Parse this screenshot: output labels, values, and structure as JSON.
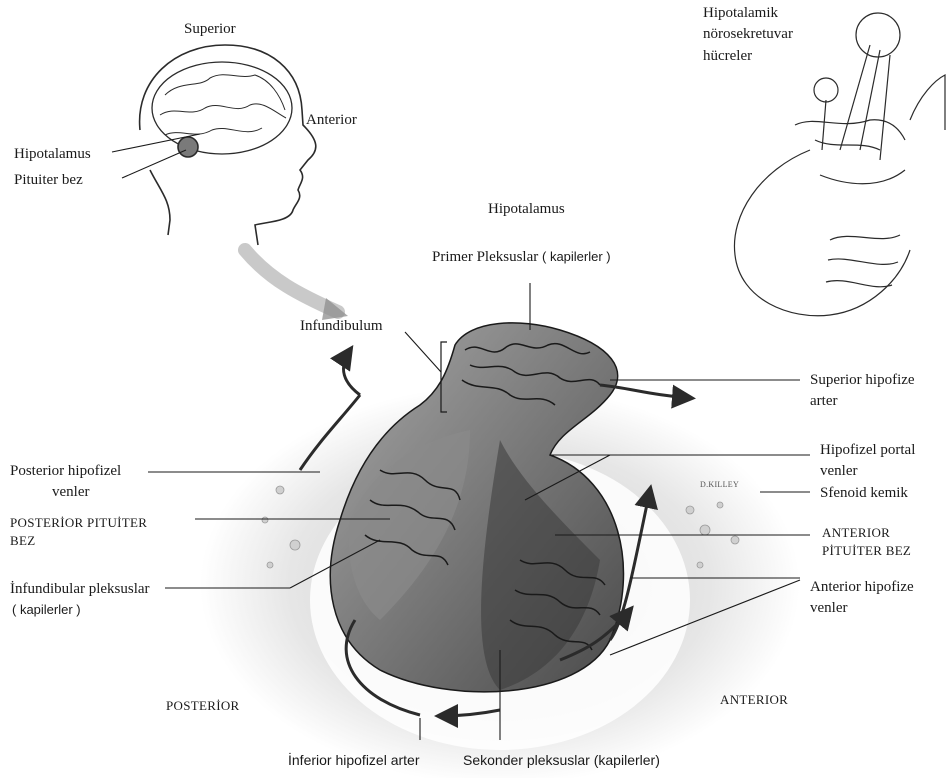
{
  "labels": {
    "superior": "Superior",
    "anterior_head": "Anterior",
    "hipotalamus_head": "Hipotalamus",
    "pituiter_bez": "Pituiter bez",
    "hipotalamik_1": "Hipotalamik",
    "hipotalamik_2": "nörosekretuvar",
    "hipotalamik_3": "hücreler",
    "hipotalamus_main": "Hipotalamus",
    "primer_pleksuslar": "Primer Pleksuslar",
    "primer_kapilerler": "( kapilerler )",
    "infundibulum": "Infundibulum",
    "superior_hipofize_1": "Superior hipofize",
    "superior_hipofize_2": "arter",
    "hipofizel_portal_1": "Hipofizel portal",
    "hipofizel_portal_2": "venler",
    "sfenoid_kemik": "Sfenoid kemik",
    "anterior_pituiter_1": "ANTERIOR",
    "anterior_pituiter_2": "PİTUİTER BEZ",
    "anterior_hipofize_1": "Anterior hipofize",
    "anterior_hipofize_2": "venler",
    "posterior_hipofizel_1": "Posterior hipofizel",
    "posterior_hipofizel_2": "venler",
    "posterior_pituiter_1": "POSTERİOR PITUİTER",
    "posterior_pituiter_2": "BEZ",
    "infundibular_pleksuslar": "İnfundibular pleksuslar",
    "infundibular_kapilerler": "( kapilerler )",
    "posterior_bottom": "POSTERİOR",
    "anterior_bottom": "ANTERIOR",
    "inferior_hipofizel": "İnferior hipofizel arter",
    "sekonder_pleksuslar": "Sekonder pleksuslar (kapilerler)",
    "artist_signature": "D.KILLEY"
  },
  "colors": {
    "ink": "#1a1a1a",
    "tissue_dark": "#2b2b2b",
    "tissue_mid": "#7a7a7a",
    "tissue_light": "#b9b9b9",
    "bone": "#d9d9d9",
    "background": "#ffffff"
  }
}
